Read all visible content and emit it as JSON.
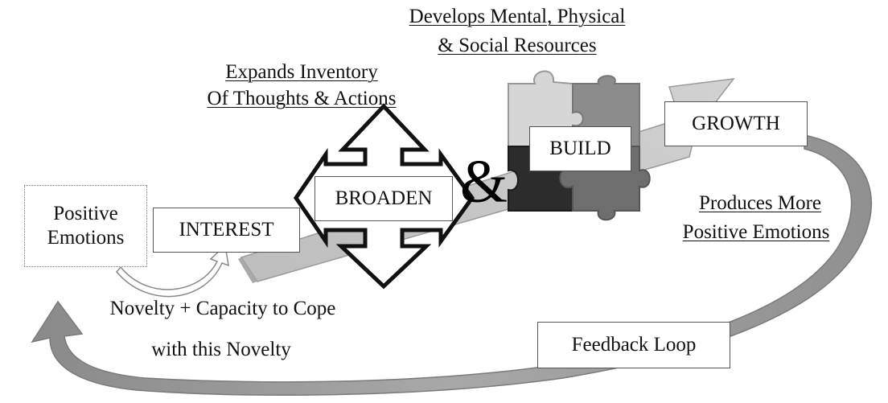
{
  "labels": {
    "develops_line1": "Develops Mental, Physical",
    "develops_line2": "& Social Resources",
    "expands_line1": "Expands Inventory",
    "expands_line2": "Of Thoughts & Actions",
    "produces_line1": "Produces More",
    "produces_line2": "Positive Emotions",
    "novelty_line1": "Novelty + Capacity to Cope",
    "novelty_line2": "with this Novelty",
    "ampersand": "&"
  },
  "boxes": {
    "positive_line1": "Positive",
    "positive_line2": "Emotions",
    "interest": "INTEREST",
    "broaden": "BROADEN",
    "build": "BUILD",
    "growth": "GROWTH",
    "feedback": "Feedback Loop"
  },
  "colors": {
    "main_arrow": "#c8c8c8",
    "loop_arrow": "#9a9a9a",
    "puzzle_light": "#d6d6d6",
    "puzzle_mid": "#8c8c8c",
    "puzzle_dark": "#2c2c2c",
    "puzzle_gray": "#6e6e6e"
  }
}
